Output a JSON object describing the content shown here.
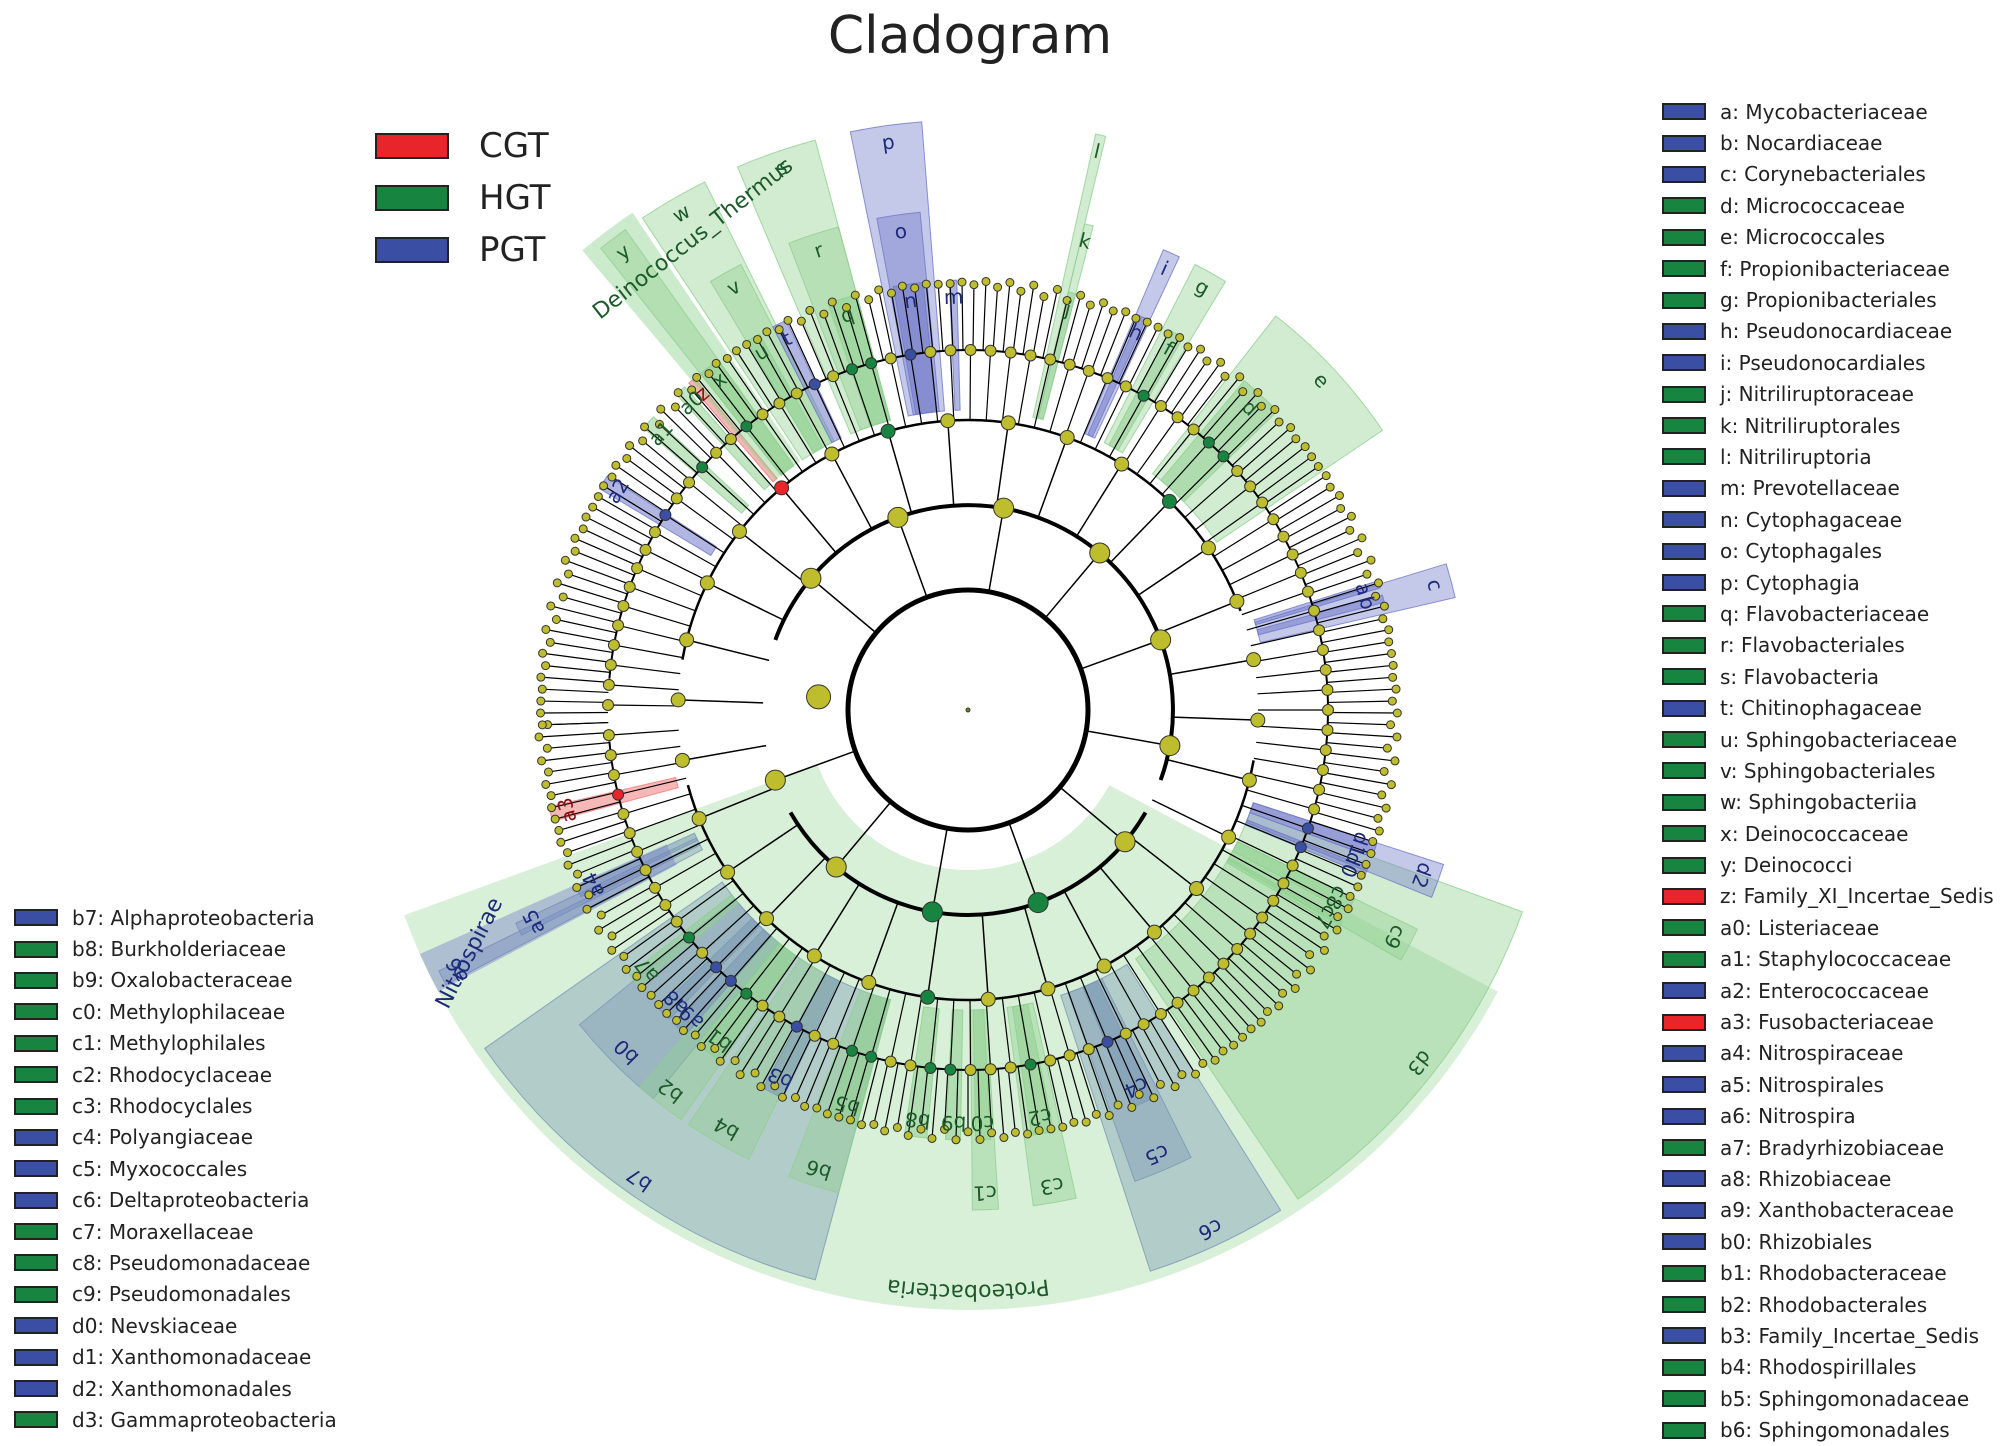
{
  "title": "Cladogram",
  "colors": {
    "CGT": "#e8252b",
    "HGT": "#17843f",
    "PGT": "#3a4fa3",
    "node": "#bdbd2e",
    "hgt_shade": "#8fd08f",
    "pgt_shade": "#6f78c8",
    "cgt_shade": "#f07b7b"
  },
  "groups": [
    {
      "label": "CGT",
      "color": "#e8252b"
    },
    {
      "label": "HGT",
      "color": "#17843f"
    },
    {
      "label": "PGT",
      "color": "#3a4fa3"
    }
  ],
  "clade_labels": [
    "Deinococcus_Thermus",
    "Nitrospirae",
    "Proteobacteria"
  ],
  "right_legend": [
    {
      "text": "a: Mycobacteriaceae",
      "group": "PGT"
    },
    {
      "text": "b: Nocardiaceae",
      "group": "PGT"
    },
    {
      "text": "c: Corynebacteriales",
      "group": "PGT"
    },
    {
      "text": "d: Micrococcaceae",
      "group": "HGT"
    },
    {
      "text": "e: Micrococcales",
      "group": "HGT"
    },
    {
      "text": "f: Propionibacteriaceae",
      "group": "HGT"
    },
    {
      "text": "g: Propionibacteriales",
      "group": "HGT"
    },
    {
      "text": "h: Pseudonocardiaceae",
      "group": "PGT"
    },
    {
      "text": "i: Pseudonocardiales",
      "group": "PGT"
    },
    {
      "text": "j: Nitriliruptoraceae",
      "group": "HGT"
    },
    {
      "text": "k: Nitriliruptorales",
      "group": "HGT"
    },
    {
      "text": "l: Nitriliruptoria",
      "group": "HGT"
    },
    {
      "text": "m: Prevotellaceae",
      "group": "PGT"
    },
    {
      "text": "n: Cytophagaceae",
      "group": "PGT"
    },
    {
      "text": "o: Cytophagales",
      "group": "PGT"
    },
    {
      "text": "p: Cytophagia",
      "group": "PGT"
    },
    {
      "text": "q: Flavobacteriaceae",
      "group": "HGT"
    },
    {
      "text": "r: Flavobacteriales",
      "group": "HGT"
    },
    {
      "text": "s: Flavobacteria",
      "group": "HGT"
    },
    {
      "text": "t: Chitinophagaceae",
      "group": "PGT"
    },
    {
      "text": "u: Sphingobacteriaceae",
      "group": "HGT"
    },
    {
      "text": "v: Sphingobacteriales",
      "group": "HGT"
    },
    {
      "text": "w: Sphingobacteriia",
      "group": "HGT"
    },
    {
      "text": "x: Deinococcaceae",
      "group": "HGT"
    },
    {
      "text": "y: Deinococci",
      "group": "HGT"
    },
    {
      "text": "z: Family_XI_Incertae_Sedis",
      "group": "CGT"
    },
    {
      "text": "a0: Listeriaceae",
      "group": "HGT"
    },
    {
      "text": "a1: Staphylococcaceae",
      "group": "HGT"
    },
    {
      "text": "a2: Enterococcaceae",
      "group": "PGT"
    },
    {
      "text": "a3: Fusobacteriaceae",
      "group": "CGT"
    },
    {
      "text": "a4: Nitrospiraceae",
      "group": "PGT"
    },
    {
      "text": "a5: Nitrospirales",
      "group": "PGT"
    },
    {
      "text": "a6: Nitrospira",
      "group": "PGT"
    },
    {
      "text": "a7: Bradyrhizobiaceae",
      "group": "HGT"
    },
    {
      "text": "a8: Rhizobiaceae",
      "group": "PGT"
    },
    {
      "text": "a9: Xanthobacteraceae",
      "group": "PGT"
    },
    {
      "text": "b0: Rhizobiales",
      "group": "PGT"
    },
    {
      "text": "b1: Rhodobacteraceae",
      "group": "HGT"
    },
    {
      "text": "b2: Rhodobacterales",
      "group": "HGT"
    },
    {
      "text": "b3: Family_Incertae_Sedis",
      "group": "PGT"
    },
    {
      "text": "b4: Rhodospirillales",
      "group": "HGT"
    },
    {
      "text": "b5: Sphingomonadaceae",
      "group": "HGT"
    },
    {
      "text": "b6: Sphingomonadales",
      "group": "HGT"
    }
  ],
  "left_legend": [
    {
      "text": "b7: Alphaproteobacteria",
      "group": "PGT"
    },
    {
      "text": "b8: Burkholderiaceae",
      "group": "HGT"
    },
    {
      "text": "b9: Oxalobacteraceae",
      "group": "HGT"
    },
    {
      "text": "c0: Methylophilaceae",
      "group": "HGT"
    },
    {
      "text": "c1: Methylophilales",
      "group": "HGT"
    },
    {
      "text": "c2: Rhodocyclaceae",
      "group": "HGT"
    },
    {
      "text": "c3: Rhodocyclales",
      "group": "HGT"
    },
    {
      "text": "c4: Polyangiaceae",
      "group": "PGT"
    },
    {
      "text": "c5: Myxococcales",
      "group": "PGT"
    },
    {
      "text": "c6: Deltaproteobacteria",
      "group": "PGT"
    },
    {
      "text": "c7: Moraxellaceae",
      "group": "HGT"
    },
    {
      "text": "c8: Pseudomonadaceae",
      "group": "HGT"
    },
    {
      "text": "c9: Pseudomonadales",
      "group": "HGT"
    },
    {
      "text": "d0: Nevskiaceae",
      "group": "PGT"
    },
    {
      "text": "d1: Xanthomonadaceae",
      "group": "PGT"
    },
    {
      "text": "d2: Xanthomonadales",
      "group": "PGT"
    },
    {
      "text": "d3: Gammaproteobacteria",
      "group": "HGT"
    }
  ],
  "highlights": [
    {
      "label": "w",
      "angle": 120,
      "width": 7,
      "level": 5,
      "group": "HGT"
    },
    {
      "label": "v",
      "angle": 119,
      "width": 4,
      "level": 4,
      "group": "HGT"
    },
    {
      "label": "u",
      "angle": 120,
      "width": 2,
      "level": 3,
      "group": "HGT"
    },
    {
      "label": "t",
      "angle": 116,
      "width": 2,
      "level": 3,
      "group": "PGT"
    },
    {
      "label": "s",
      "angle": 109,
      "width": 8,
      "level": 5,
      "group": "HGT"
    },
    {
      "label": "r",
      "angle": 108,
      "width": 6,
      "level": 4,
      "group": "HGT"
    },
    {
      "label": "q",
      "angle": 107,
      "width": 4,
      "level": 3,
      "group": "HGT"
    },
    {
      "label": "p",
      "angle": 98,
      "width": 7,
      "level": 5,
      "group": "PGT"
    },
    {
      "label": "o",
      "angle": 98,
      "width": 5,
      "level": 4,
      "group": "PGT"
    },
    {
      "label": "n",
      "angle": 98,
      "width": 4,
      "level": 3,
      "group": "PGT"
    },
    {
      "label": "m",
      "angle": 92,
      "width": 1,
      "level": 3,
      "group": "PGT"
    },
    {
      "label": "l",
      "angle": 77,
      "width": 1,
      "level": 5,
      "group": "HGT"
    },
    {
      "label": "k",
      "angle": 76,
      "width": 1,
      "level": 4,
      "group": "HGT"
    },
    {
      "label": "j",
      "angle": 76,
      "width": 1,
      "level": 3,
      "group": "HGT"
    },
    {
      "label": "i",
      "angle": 66,
      "width": 2,
      "level": 4,
      "group": "PGT"
    },
    {
      "label": "h",
      "angle": 66,
      "width": 1,
      "level": 3,
      "group": "PGT"
    },
    {
      "label": "g",
      "angle": 61,
      "width": 4,
      "level": 4,
      "group": "HGT"
    },
    {
      "label": "f",
      "angle": 61,
      "width": 2,
      "level": 3,
      "group": "HGT"
    },
    {
      "label": "e",
      "angle": 43,
      "width": 18,
      "level": 4,
      "group": "HGT"
    },
    {
      "label": "d",
      "angle": 47,
      "width": 6,
      "level": 3,
      "group": "HGT"
    },
    {
      "label": "c",
      "angle": 15,
      "width": 4,
      "level": 4,
      "group": "PGT"
    },
    {
      "label": "b",
      "angle": 15,
      "width": 1,
      "level": 3,
      "group": "PGT"
    },
    {
      "label": "a",
      "angle": 17,
      "width": 1,
      "level": 3,
      "group": "PGT"
    },
    {
      "label": "d2",
      "angle": -20,
      "width": 4,
      "level": 4,
      "group": "PGT"
    },
    {
      "label": "d1",
      "angle": -19,
      "width": 2,
      "level": 3,
      "group": "PGT"
    },
    {
      "label": "d0",
      "angle": -22,
      "width": 1,
      "level": 3,
      "group": "PGT"
    },
    {
      "label": "c9",
      "angle": -28,
      "width": 4,
      "level": 4,
      "group": "HGT"
    },
    {
      "label": "c8",
      "angle": -27,
      "width": 2,
      "level": 3,
      "group": "HGT"
    },
    {
      "label": "c7",
      "angle": -30,
      "width": 1,
      "level": 3,
      "group": "HGT"
    },
    {
      "label": "d3",
      "angle": -38,
      "width": 36,
      "level": 5,
      "group": "HGT"
    },
    {
      "label": "c6",
      "angle": -65,
      "width": 14,
      "level": 5,
      "group": "PGT"
    },
    {
      "label": "c5",
      "angle": -67,
      "width": 7,
      "level": 4,
      "group": "PGT"
    },
    {
      "label": "c4",
      "angle": -66,
      "width": 3,
      "level": 3,
      "group": "PGT"
    },
    {
      "label": "c3",
      "angle": -80,
      "width": 5,
      "level": 4,
      "group": "HGT"
    },
    {
      "label": "c2",
      "angle": -80,
      "width": 3,
      "level": 3,
      "group": "HGT"
    },
    {
      "label": "c1",
      "angle": -88,
      "width": 3,
      "level": 4,
      "group": "HGT"
    },
    {
      "label": "c0",
      "angle": -88,
      "width": 2,
      "level": 3,
      "group": "HGT"
    },
    {
      "label": "b9",
      "angle": -92,
      "width": 2,
      "level": 3,
      "group": "HGT"
    },
    {
      "label": "b8",
      "angle": -97,
      "width": 3,
      "level": 3,
      "group": "HGT"
    },
    {
      "label": "b6",
      "angle": -108,
      "width": 6,
      "level": 4,
      "group": "HGT"
    },
    {
      "label": "b5",
      "angle": -107,
      "width": 4,
      "level": 3,
      "group": "HGT"
    },
    {
      "label": "b7",
      "angle": -125,
      "width": 40,
      "level": 5,
      "group": "PGT"
    },
    {
      "label": "b4",
      "angle": -120,
      "width": 8,
      "level": 4,
      "group": "HGT"
    },
    {
      "label": "b3",
      "angle": -117,
      "width": 3,
      "level": 3,
      "group": "PGT"
    },
    {
      "label": "b2",
      "angle": -128,
      "width": 6,
      "level": 4,
      "group": "HGT"
    },
    {
      "label": "b1",
      "angle": -127,
      "width": 4,
      "level": 3,
      "group": "HGT"
    },
    {
      "label": "b0",
      "angle": -135,
      "width": 12,
      "level": 4,
      "group": "PGT"
    },
    {
      "label": "a9",
      "angle": -132,
      "width": 2,
      "level": 3,
      "group": "PGT"
    },
    {
      "label": "a8",
      "angle": -135,
      "width": 2,
      "level": 3,
      "group": "PGT"
    },
    {
      "label": "a7",
      "angle": -141,
      "width": 2,
      "level": 3,
      "group": "HGT"
    },
    {
      "label": "a6",
      "angle": -153,
      "width": 1.5,
      "level": 5,
      "group": "PGT"
    },
    {
      "label": "a5",
      "angle": -154,
      "width": 1.5,
      "level": 4,
      "group": "PGT"
    },
    {
      "label": "a4",
      "angle": -155,
      "width": 1.5,
      "level": 3,
      "group": "PGT"
    },
    {
      "label": "a3",
      "angle": -166,
      "width": 2,
      "level": 3,
      "group": "CGT"
    },
    {
      "label": "a2",
      "angle": 148,
      "width": 2,
      "level": 3,
      "group": "PGT"
    },
    {
      "label": "a1",
      "angle": 138,
      "width": 2,
      "level": 3,
      "group": "HGT"
    },
    {
      "label": "a0",
      "angle": 132,
      "width": 1.5,
      "level": 3,
      "group": "HGT"
    },
    {
      "label": "z",
      "angle": 130,
      "width": 1,
      "level": 3,
      "group": "CGT"
    },
    {
      "label": "y",
      "angle": 127,
      "width": 3,
      "level": 5,
      "group": "HGT"
    },
    {
      "label": "x",
      "angle": 127,
      "width": 3,
      "level": 3,
      "group": "HGT"
    }
  ]
}
